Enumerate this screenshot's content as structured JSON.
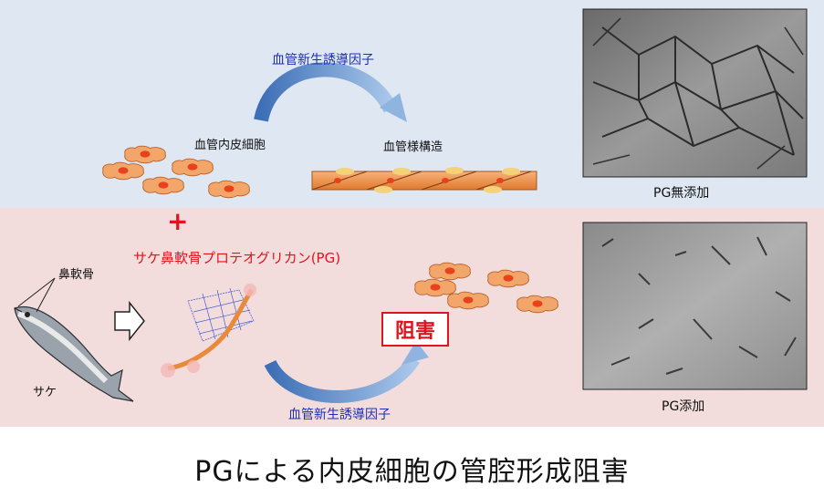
{
  "top": {
    "factor_label": "血管新生誘導因子",
    "cell_label": "血管内皮細胞",
    "tube_label": "血管様構造"
  },
  "bottom": {
    "plus_sign": "+",
    "pg_title": "サケ鼻軟骨プロテオグリカン(PG)",
    "cartilage_label": "鼻軟骨",
    "salmon_label": "サケ",
    "factor_label": "血管新生誘導因子",
    "blocked_label": "阻害"
  },
  "photos": {
    "no_pg_label": "PG無添加",
    "with_pg_label": "PG添加"
  },
  "caption": "PGによる内皮細胞の管腔形成阻害",
  "colors": {
    "top_bg": "#dfe8f2",
    "bottom_bg": "#f2dcdc",
    "accent_red": "#e0141e",
    "label_blue": "#1f2fb5",
    "cell_fill": "#f2a66a",
    "nucleus": "#e8421a"
  }
}
